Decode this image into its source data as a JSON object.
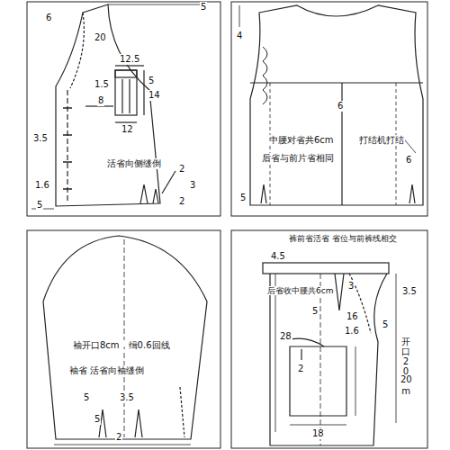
{
  "diagram": {
    "labels": [
      "5",
      "6",
      "20",
      "3.5",
      "12.5",
      "1.5",
      "5",
      "14",
      "8",
      "12",
      "1.6",
      "活省向侧缝倒",
      "2",
      "3",
      "2",
      "5",
      "4",
      "6",
      "中腰对省共6cm",
      "后省与前片省相同",
      "打结机打结",
      "6",
      "5",
      "袖开口8cm，缉0.6回线",
      "袖省 活省向袖缝倒",
      "5",
      "3.5",
      "5",
      "2",
      "4.5",
      "裤前省活省 省位与前裤线相交",
      "后省收中腰共6cm",
      "3",
      "5",
      "3.5",
      "28",
      "16",
      "1.6",
      "5",
      "开口20cm",
      "2",
      "20",
      "18"
    ]
  }
}
